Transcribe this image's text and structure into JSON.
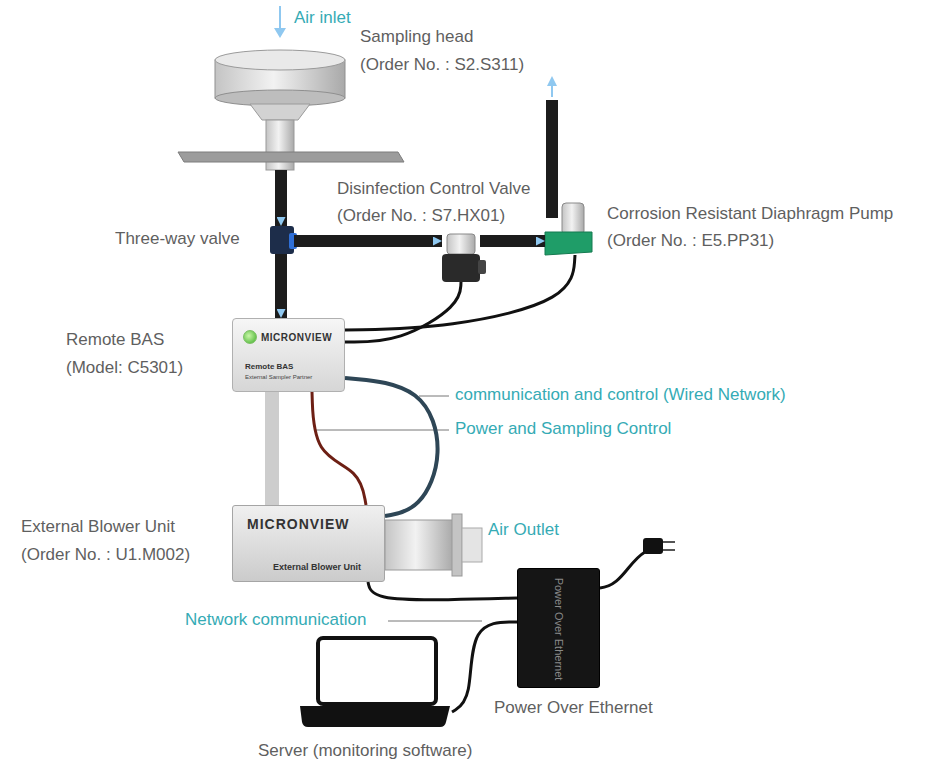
{
  "diagram": {
    "nodes": [
      {
        "text": [
          "Sampling head",
          "(Order No. : S2.S311)"
        ]
      },
      {
        "text": [
          "Three-way valve"
        ]
      },
      {
        "text": [
          "Disinfection Control Valve",
          "(Order No. : S7.HX01)"
        ]
      },
      {
        "text": [
          "Corrosion Resistant Diaphragm Pump",
          "(Order No. : E5.PP31)"
        ]
      },
      {
        "text": [
          "Remote BAS",
          "(Model: C5301)",
          "MICRONVIEW",
          "Remote BAS",
          "External Sampler Partner"
        ]
      },
      {
        "text": [
          "External Blower Unit",
          "(Order No. : U1.M002)",
          "MICRONVIEW",
          "External Blower Unit"
        ]
      },
      {
        "text": [
          "Power Over Ethernet",
          "Power Over Ethernet"
        ]
      },
      {
        "text": [
          "Server (monitoring software)"
        ]
      }
    ],
    "edges": [
      {
        "from": 0,
        "to": 1,
        "arrow": "to"
      },
      {
        "from": 1,
        "to": 2,
        "arrow": "to"
      },
      {
        "from": 2,
        "to": 3,
        "arrow": "to"
      },
      {
        "from": 1,
        "to": 4,
        "arrow": "to"
      },
      {
        "from": 2,
        "to": 4,
        "arrow": "none"
      },
      {
        "from": 3,
        "to": 4,
        "arrow": "none"
      },
      {
        "from": 4,
        "to": 5,
        "arrow": "none"
      },
      {
        "from": 4,
        "to": 5,
        "arrow": "none"
      },
      {
        "from": 4,
        "to": 5,
        "arrow": "none"
      },
      {
        "from": 5,
        "to": 6,
        "arrow": "none"
      },
      {
        "from": 6,
        "to": 7,
        "arrow": "none"
      }
    ],
    "labels": [
      "Air inlet",
      "communication and control (Wired Network)",
      "Power and Sampling Control",
      "Air Outlet",
      "Network communication"
    ]
  }
}
